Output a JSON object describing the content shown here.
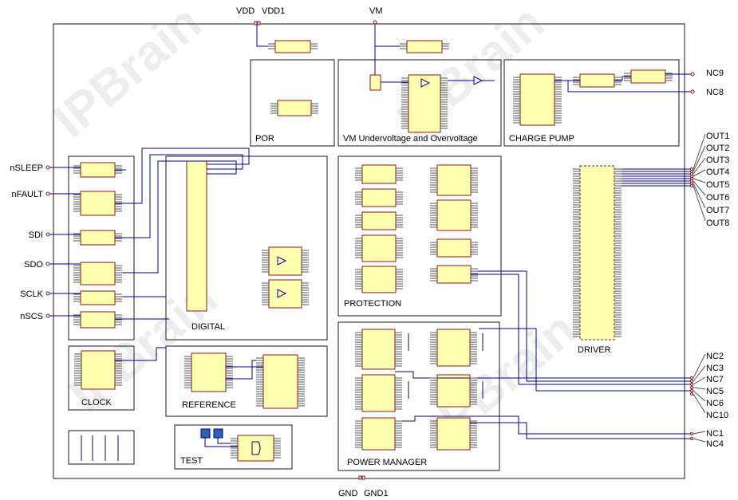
{
  "watermark": "IPBrain",
  "power_labels": {
    "vdd": "VDD",
    "vdd1": "VDD1",
    "vm": "VM",
    "gnd": "GND",
    "gnd1": "GND1"
  },
  "left_ports": [
    "nSLEEP",
    "nFAULT",
    "SDI",
    "SDO",
    "SCLK",
    "nSCS"
  ],
  "right_top_ports": [
    "NC9",
    "NC8"
  ],
  "out_ports": [
    "OUT1",
    "OUT2",
    "OUT3",
    "OUT4",
    "OUT5",
    "OUT6",
    "OUT7",
    "OUT8"
  ],
  "nc_mid_ports": [
    "NC2",
    "NC3",
    "NC7",
    "NC5",
    "NC6",
    "NC10"
  ],
  "nc_bottom_ports": [
    "NC1",
    "NC4"
  ],
  "modules": {
    "por": "POR",
    "vm_uv_ov": "VM Undervoltage and Overvoltage",
    "charge_pump": "CHARGE PUMP",
    "digital": "DIGITAL",
    "protection": "PROTECTION",
    "driver": "DRIVER",
    "clock": "CLOCK",
    "reference": "REFERENCE",
    "test": "TEST",
    "power_manager": "POWER MANAGER"
  },
  "colors": {
    "block_fill": "#ffffb0",
    "block_stroke": "#8b1a1a",
    "wire": "#00008b",
    "frame": "#1a1a1a"
  }
}
